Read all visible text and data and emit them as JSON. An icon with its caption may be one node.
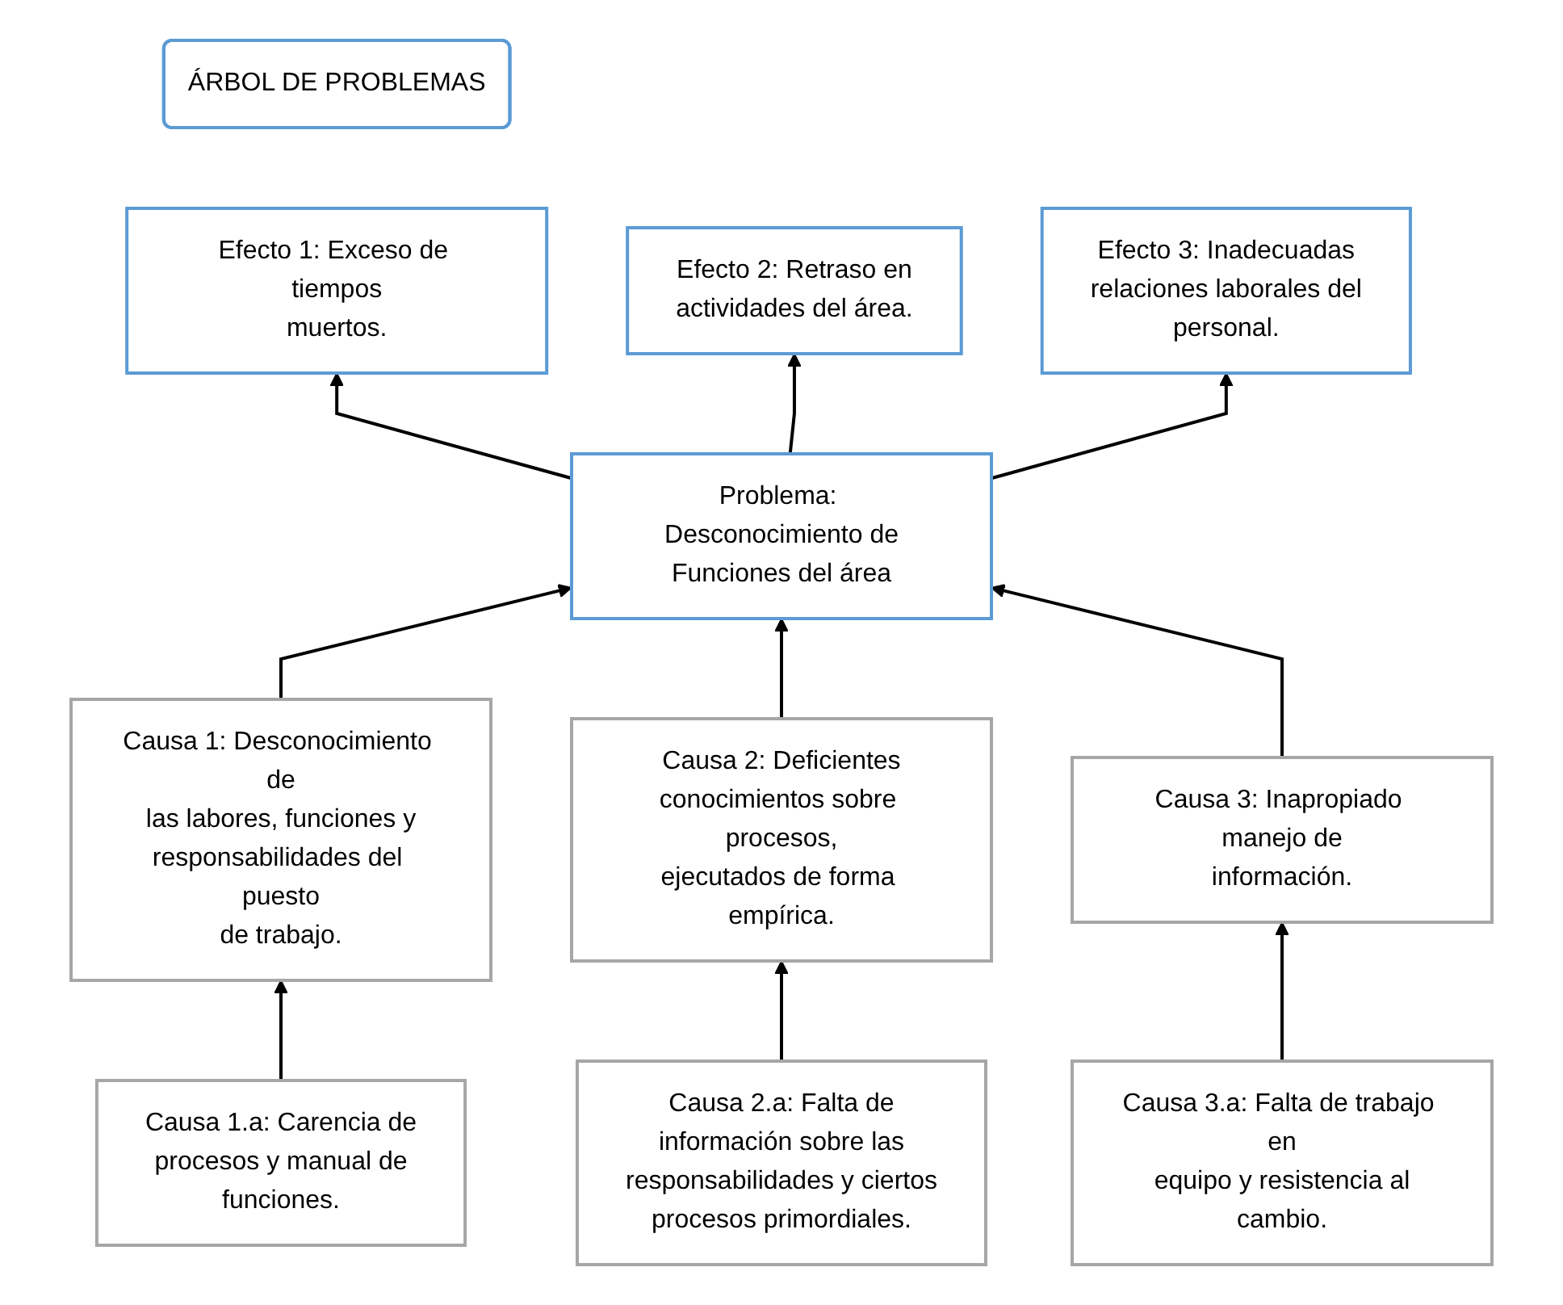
{
  "diagram": {
    "nodes": [
      {
        "text": [
          "ÁRBOL DE PROBLEMAS"
        ]
      },
      {
        "text": [
          "Efecto 1: Exceso de tiempos muertos."
        ]
      },
      {
        "text": [
          "Efecto 2: Retraso en actividades del área."
        ]
      },
      {
        "text": [
          "Efecto 3: Inadecuadas relaciones laborales del personal."
        ]
      },
      {
        "text": [
          "Problema: Desconocimiento de Funciones del área"
        ]
      },
      {
        "text": [
          "Causa 1: Desconocimiento de las labores, funciones y responsabilidades del puesto de trabajo."
        ]
      },
      {
        "text": [
          "Causa 2: Deficientes conocimientos sobre procesos, ejecutados de forma empírica."
        ]
      },
      {
        "text": [
          "Causa 3: Inapropiado manejo de información."
        ]
      },
      {
        "text": [
          "Causa 1.a: Carencia de procesos y manual de funciones."
        ]
      },
      {
        "text": [
          "Causa 2.a: Falta de información sobre las responsabilidades y ciertos procesos primordiales."
        ]
      },
      {
        "text": [
          "Causa 3.a: Falta de trabajo en equipo y resistencia al cambio."
        ]
      }
    ],
    "edges": [
      {
        "from": 4,
        "to": 1,
        "arrow": "to"
      },
      {
        "from": 4,
        "to": 2,
        "arrow": "to"
      },
      {
        "from": 4,
        "to": 3,
        "arrow": "to"
      },
      {
        "from": 5,
        "to": 4,
        "arrow": "to"
      },
      {
        "from": 6,
        "to": 4,
        "arrow": "to"
      },
      {
        "from": 7,
        "to": 4,
        "arrow": "to"
      },
      {
        "from": 8,
        "to": 5,
        "arrow": "to"
      },
      {
        "from": 9,
        "to": 6,
        "arrow": "to"
      },
      {
        "from": 10,
        "to": 7,
        "arrow": "to"
      }
    ]
  }
}
